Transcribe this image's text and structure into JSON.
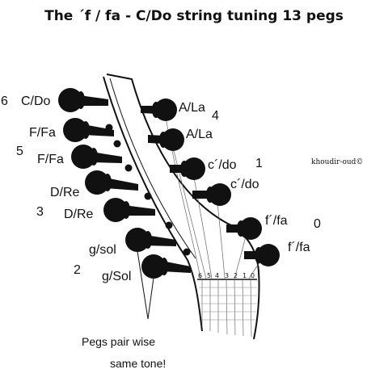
{
  "diagram": {
    "title": "The ´f / fa - C/Do string tuning 13 pegs",
    "credit": "khoudir-oud©",
    "note_line1": "Pegs pair wise",
    "note_line2": "same tone!",
    "left_labels": [
      "C/Do",
      "F/Fa",
      "F/Fa",
      "D/Re",
      "D/Re",
      "g/sol",
      "g/Sol"
    ],
    "right_labels": [
      "A/La",
      "A/La",
      "c´/do",
      "c´/do",
      "f´/fa",
      "f´/fa"
    ],
    "course_numbers": {
      "n6": "6",
      "n5": "5",
      "n4": "4",
      "n3": "3",
      "n2": "2",
      "n1": "1",
      "n0": "0"
    },
    "nut_numbers": [
      "6",
      "5",
      "4",
      "3",
      "2",
      "1",
      "0"
    ]
  }
}
